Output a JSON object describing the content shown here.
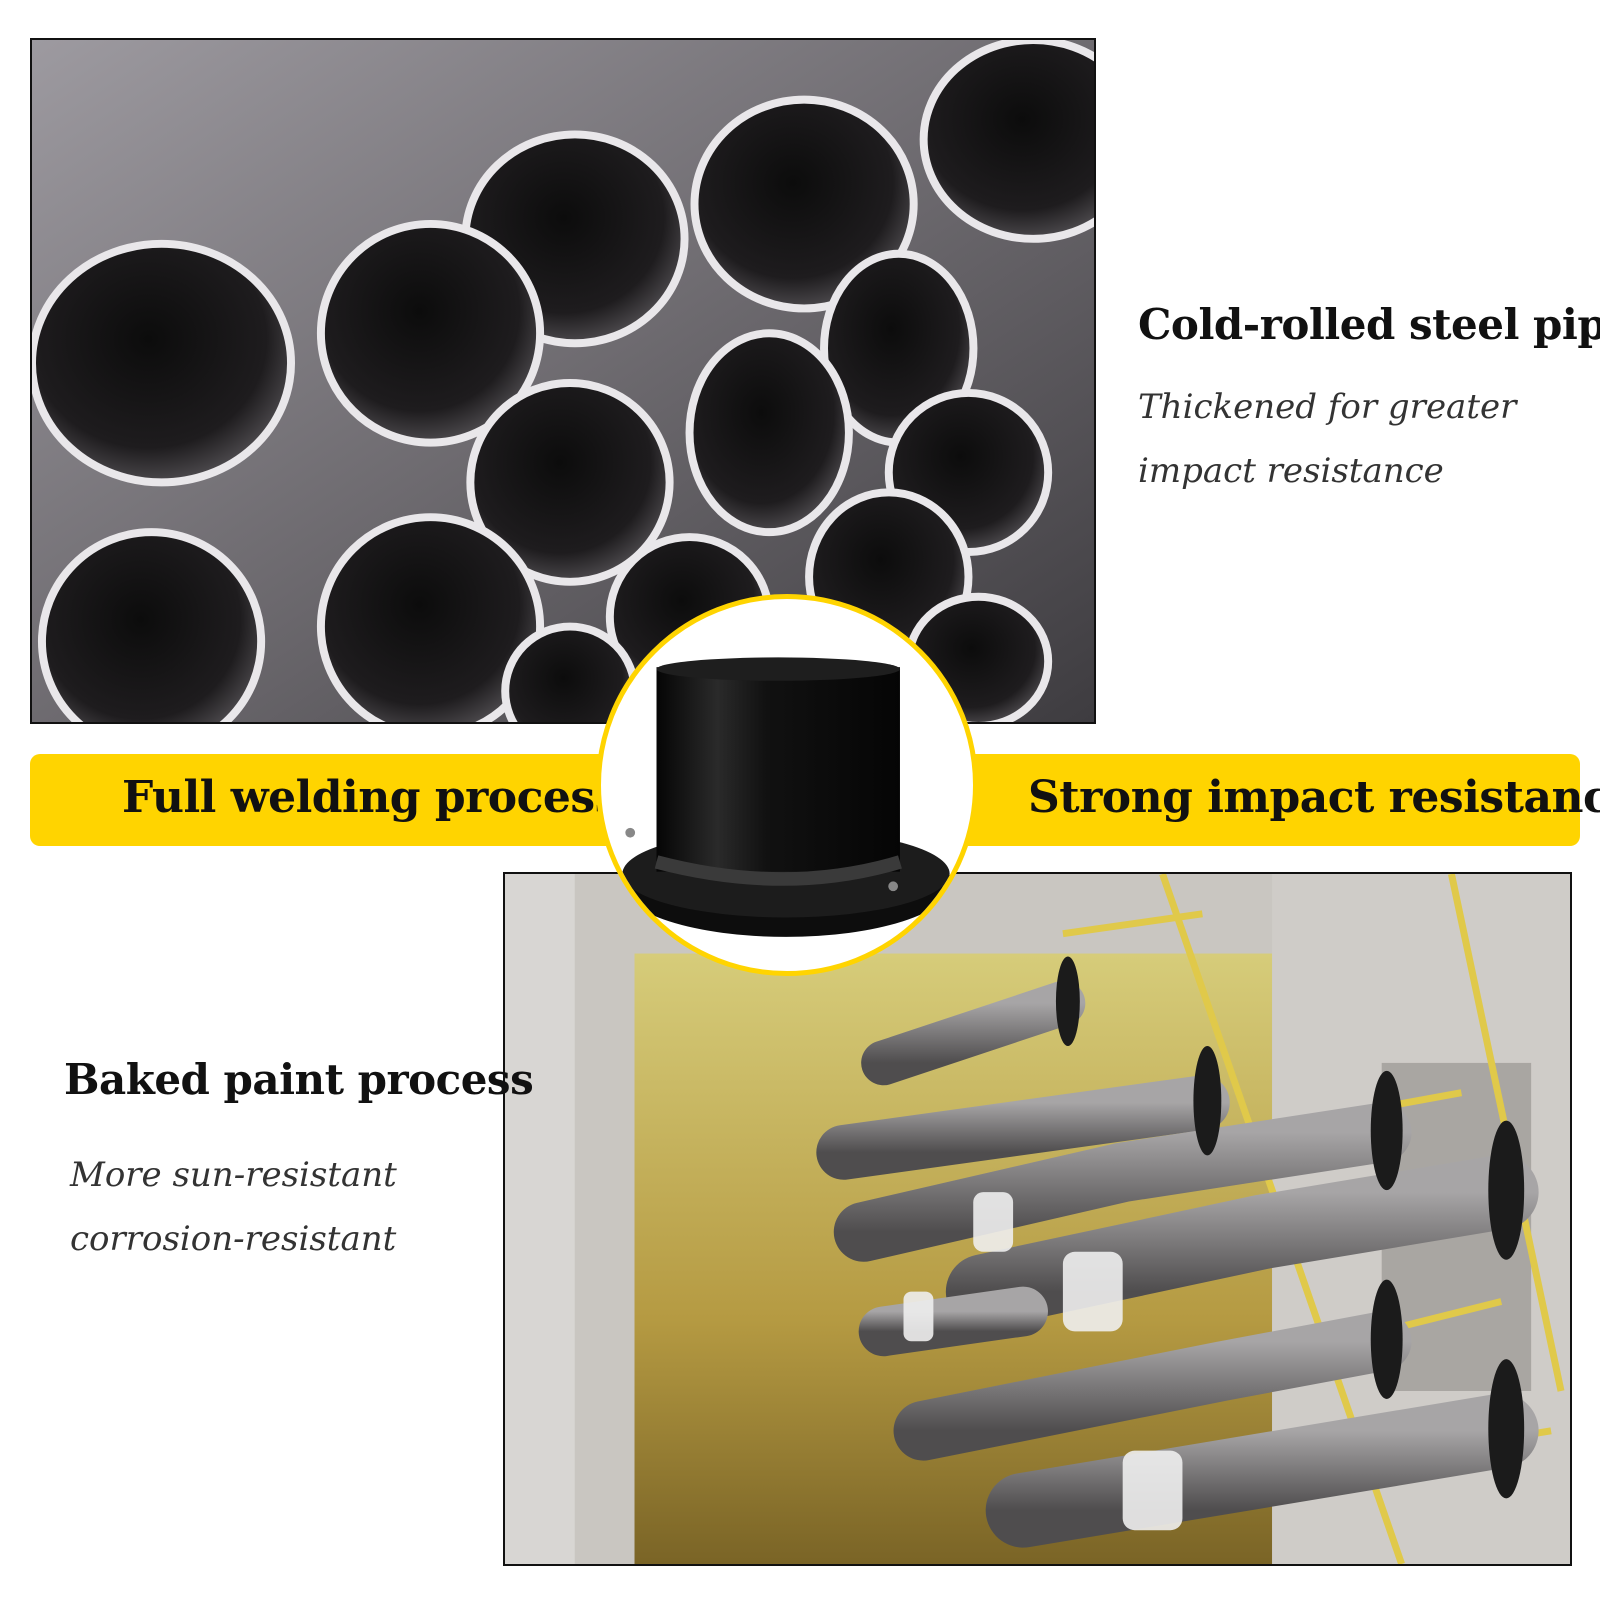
{
  "sections": {
    "steel_pipe": {
      "title": "Cold-rolled steel pipe",
      "subtitle_lines": [
        "Thickened for greater",
        "impact resistance"
      ]
    },
    "paint": {
      "title": "Baked paint process",
      "subtitle_lines": [
        "More sun-resistant",
        "corrosion-resistant"
      ]
    }
  },
  "band": {
    "left_label": "Full welding process",
    "right_label": "Strong impact resistance",
    "color": "#ffd400"
  },
  "images": {
    "top": "steel-pipes-stack-photo",
    "bottom": "paint-booth-photo",
    "center": "welded-flange-pipe-closeup"
  }
}
